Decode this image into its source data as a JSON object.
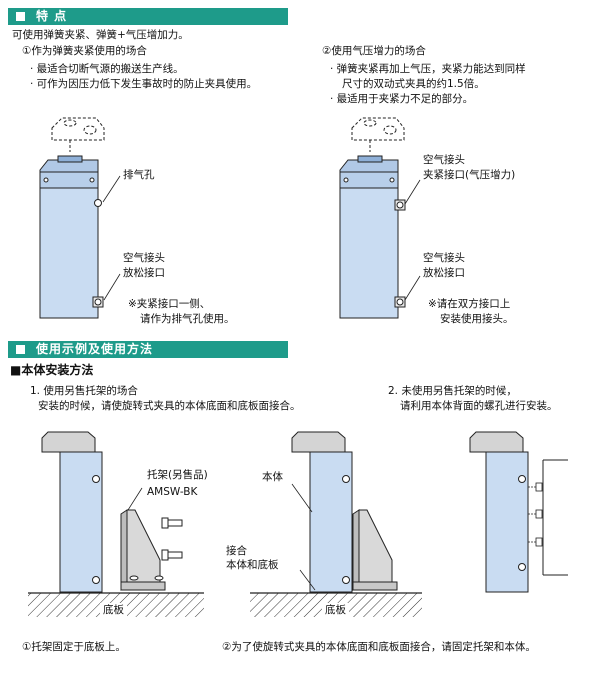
{
  "features": {
    "header": "特 点",
    "intro": "可使用弹簧夹紧、弹簧+气压增加力。",
    "left": {
      "title": "①作为弹簧夹紧使用的场合",
      "bullets": [
        "· 最适合切断气源的搬送生产线。",
        "· 可作为因压力低下发生事故时的防止夹具使用。"
      ],
      "label_exhaust": "排气孔",
      "label_air_joint": "空气接头",
      "label_release": "放松接口",
      "note_line1": "※夹紧接口一侧、",
      "note_line2": "请作为排气孔使用。"
    },
    "right": {
      "title": "②使用气压增力的场合",
      "bullets": [
        "· 弹簧夹紧再加上气压，夹紧力能达到同样",
        "尺寸的双动式夹具的约1.5倍。",
        "· 最适用于夹紧力不足的部分。"
      ],
      "label_air_joint_top": "空气接头",
      "label_clamp_port": "夹紧接口(气压增力)",
      "label_air_joint_bottom": "空气接头",
      "label_release": "放松接口",
      "note_line1": "※请在双方接口上",
      "note_line2": "安装使用接头。"
    }
  },
  "usage": {
    "header": "使用示例及使用方法",
    "section_title": "■本体安装方法",
    "item1_line1": "1. 使用另售托架的场合",
    "item1_line2": "安装的时候，请使旋转式夹具的本体底面和底板面接合。",
    "item2_line1": "2. 未使用另售托架的时候，",
    "item2_line2": "请利用本体背面的螺孔进行安装。",
    "fig1": {
      "label_bracket": "托架(另售品)",
      "label_model": "AMSW-BK",
      "label_base": "底板",
      "caption": "①托架固定于底板上。"
    },
    "fig2": {
      "label_body": "本体",
      "label_joint": "接合",
      "label_joint_detail": "本体和底板",
      "label_base": "底板",
      "caption": "②为了使旋转式夹具的本体底面和底板面接合，请固定托架和本体。"
    }
  },
  "colors": {
    "header_bg": "#1e9b8a",
    "body_fill": "#c9dcf2",
    "bracket_fill": "#d9d9d9"
  }
}
